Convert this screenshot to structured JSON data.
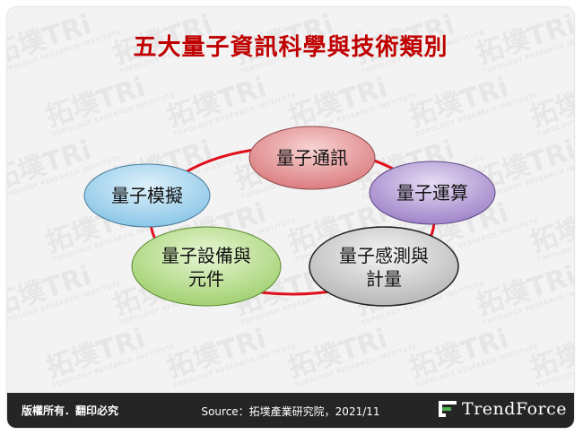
{
  "title": "五大量子資訊科學與技術類別",
  "nodes": [
    {
      "id": "communication",
      "label": "量子通訊"
    },
    {
      "id": "computing",
      "label": "量子運算"
    },
    {
      "id": "sensing",
      "label": "量子感測與計量"
    },
    {
      "id": "devices",
      "label": "量子設備與元件"
    },
    {
      "id": "simulation",
      "label": "量子模擬"
    }
  ],
  "watermark": {
    "text": "拓墣TRi",
    "subtext": "TOPOLOGY RESEARCH INSTITUTE"
  },
  "footer": {
    "copyright": "版權所有．翻印必究",
    "source": "Source：拓墣產業研究院，2021/11",
    "brand": "TrendForce"
  },
  "colors": {
    "title": "#c00000",
    "ring": "#e0101c",
    "communication": "#e79a9a",
    "computing": "#b49ad6",
    "sensing": "#c9c9c9",
    "devices": "#b7e08a",
    "simulation": "#9ed2ee",
    "footer_bg": "#252525"
  }
}
